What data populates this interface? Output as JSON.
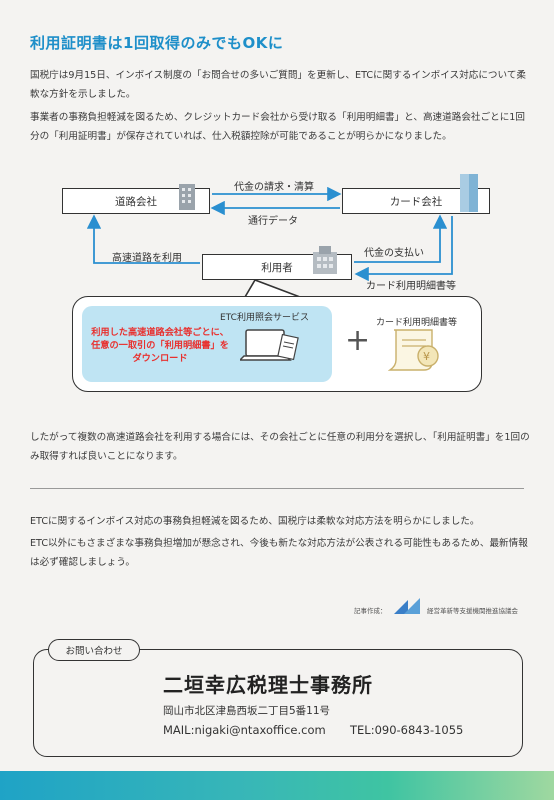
{
  "title": "利用証明書は1回取得のみでもOKに",
  "paragraphs": {
    "p1": "国税庁は9月15日、インボイス制度の「お問合せの多いご質問」を更新し、ETCに関するインボイス対応について柔軟な方針を示しました。",
    "p2": "事業者の事務負担軽減を図るため、クレジットカード会社から受け取る「利用明細書」と、高速道路会社ごとに1回分の「利用証明書」が保存されていれば、仕入税額控除が可能であることが明らかになりました。",
    "p3": "したがって複数の高速道路会社を利用する場合には、その会社ごとに任意の利用分を選択し、「利用証明書」を1回のみ取得すれば良いことになります。",
    "p4": "ETCに関するインボイス対応の事務負担軽減を図るため、国税庁は柔軟な対応方法を明らかにしました。",
    "p5": "ETC以外にもさまざまな事務負担増加が懸念され、今後も新たな対応方法が公表される可能性もあるため、最新情報は必ず確認しましょう。"
  },
  "diagram": {
    "road_company": "道路会社",
    "card_company": "カード会社",
    "user": "利用者",
    "billing": "代金の請求・清算",
    "traffic_data": "通行データ",
    "highway_use": "高速道路を利用",
    "payment": "代金の支払い",
    "card_statement_flow": "カード利用明細書等",
    "etc_service": "ETC利用照会サービス",
    "service_text": "利用した高速道路会社等ごとに、任意の一取引の「利用明細書」をダウンロード",
    "plus": "+",
    "card_statement": "カード利用明細書等"
  },
  "credit": {
    "label": "記事作成：",
    "org": "経営革新等支援機関推進協議会"
  },
  "contact": {
    "tab": "お問い合わせ",
    "office": "二垣幸広税理士事務所",
    "address": "岡山市北区津島西坂二丁目5番11号",
    "mail": "MAIL:nigaki@ntaxoffice.com",
    "tel": "TEL:090-6843-1055"
  },
  "colors": {
    "title": "#1e8fc9",
    "arrow": "#2a8fd0",
    "highlight": "#e8312f",
    "service_bg": "#bfe4f3"
  }
}
